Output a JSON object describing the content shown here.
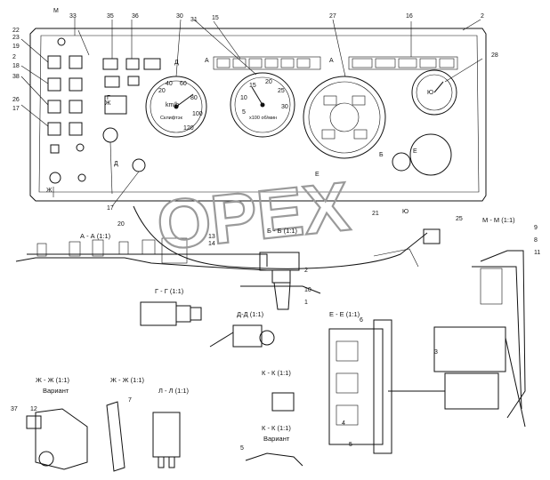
{
  "watermark": "OPEX",
  "gauges": {
    "speedometer_brand": "Склифтэк",
    "speed_unit": "km/h",
    "speed_ticks": [
      "20",
      "40",
      "60",
      "80",
      "100",
      "120"
    ],
    "tacho_unit": "x100 об/мин",
    "tacho_ticks": [
      "5",
      "10",
      "15",
      "20",
      "25",
      "30"
    ]
  },
  "callouts": [
    "М",
    "33",
    "35",
    "36",
    "30",
    "31",
    "15",
    "27",
    "16",
    "2",
    "22",
    "23",
    "19",
    "2",
    "18",
    "38",
    "26",
    "17",
    "Ж",
    "28",
    "Ю",
    "Б",
    "Е",
    "Г",
    "Д",
    "Д",
    "17",
    "20",
    "А",
    "А",
    "Е",
    "Ю",
    "21",
    "Ж"
  ],
  "bottom_numbers": [
    "13",
    "14",
    "2",
    "10",
    "1",
    "25",
    "9",
    "8",
    "11",
    "3",
    "37",
    "12",
    "7",
    "6",
    "4",
    "5",
    "5"
  ],
  "sections": {
    "aa": "А - А (1:1)",
    "bb": "Б - Б (1:1)",
    "mm": "М - М (1:1)",
    "gg": "Г - Г (1:1)",
    "dd": "Д-Д (1:1)",
    "ee": "Е - Е (1:1)",
    "zhzh": "Ж - Ж (1:1)",
    "zhzh_variant": "Вариант",
    "zhzh2": "Ж - Ж (1:1)",
    "ll": "Л - Л (1:1)",
    "kk": "К - К (1:1)",
    "kk2": "К - К (1:1)",
    "kk_variant": "Вариант"
  }
}
